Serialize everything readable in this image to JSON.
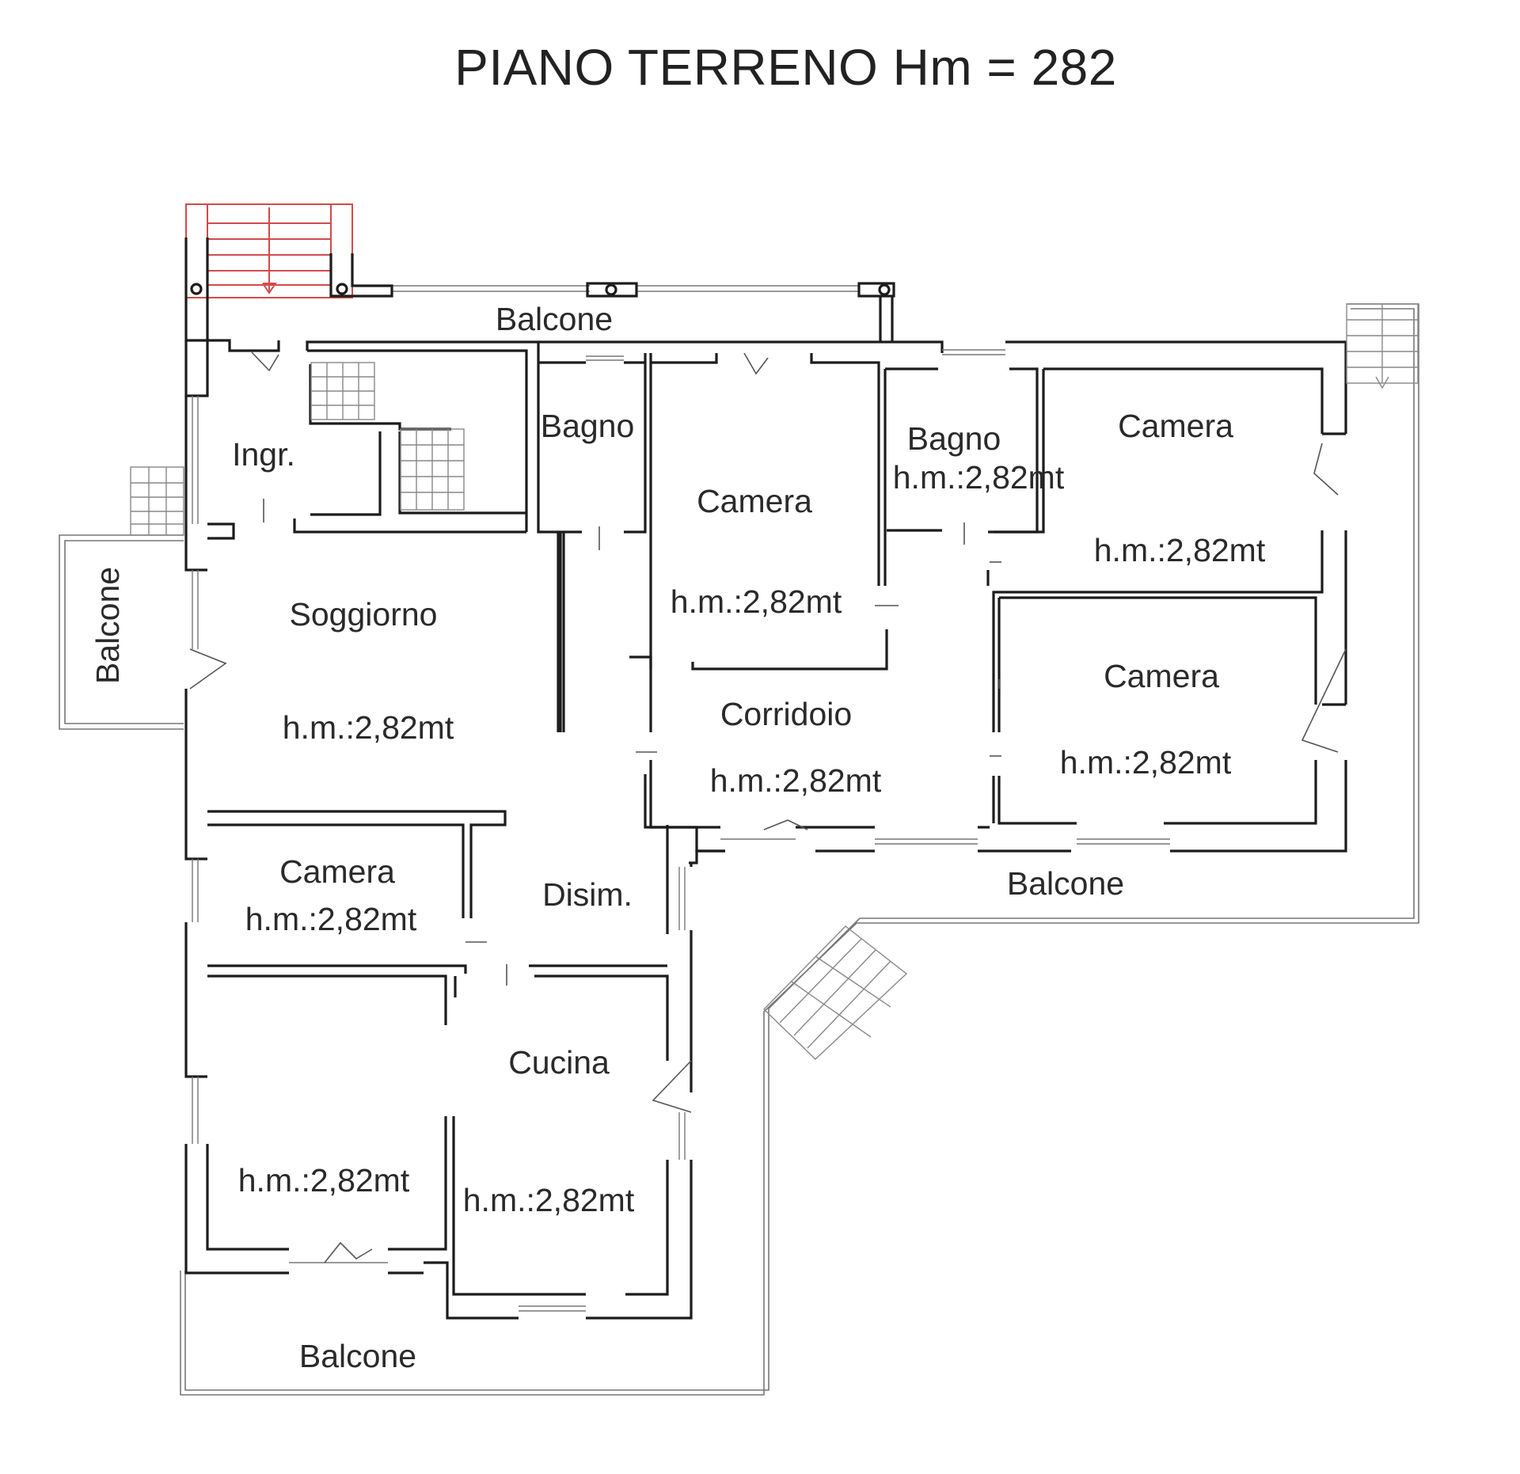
{
  "title": "PIANO TERRENO Hm = 282",
  "rooms": {
    "ingresso": {
      "name": "Ingr."
    },
    "bagno1": {
      "name": "Bagno"
    },
    "camera1": {
      "name": "Camera",
      "height": "h.m.:2,82mt"
    },
    "bagno2": {
      "name": "Bagno",
      "height": "h.m.:2,82mt"
    },
    "camera2": {
      "name": "Camera",
      "height": "h.m.:2,82mt"
    },
    "soggiorno": {
      "name": "Soggiorno",
      "height": "h.m.:2,82mt"
    },
    "corridoio": {
      "name": "Corridoio",
      "height": "h.m.:2,82mt"
    },
    "camera3": {
      "name": "Camera",
      "height": "h.m.:2,82mt"
    },
    "camera4": {
      "name": "Camera",
      "height": "h.m.:2,82mt"
    },
    "disimpegno": {
      "name": "Disim."
    },
    "cucina": {
      "name": "Cucina",
      "height_left": "h.m.:2,82mt",
      "height_right": "h.m.:2,82mt"
    }
  },
  "balconies": {
    "top": "Balcone",
    "left": "Balcone",
    "right": "Balcone",
    "bottom": "Balcone"
  },
  "colors": {
    "walls": "#1c1c1c",
    "stair_highlight": "#d24b4b"
  }
}
